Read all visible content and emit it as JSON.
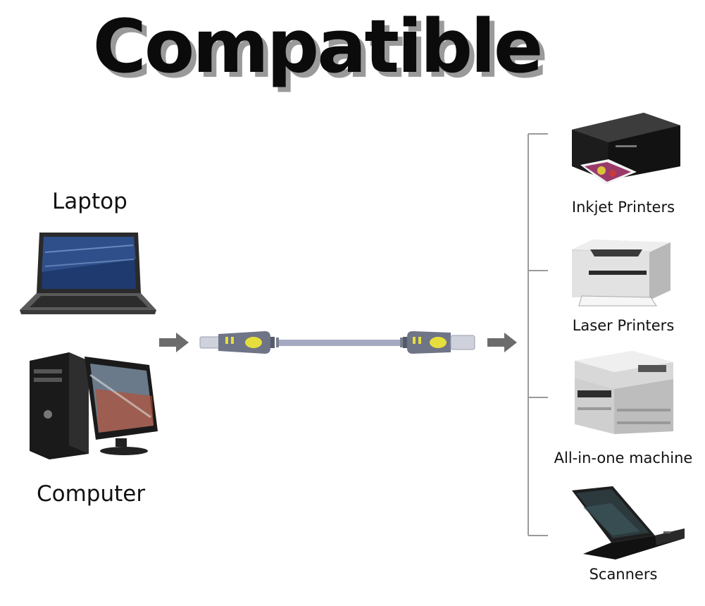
{
  "title": "Compatible",
  "sources": {
    "laptop_label": "Laptop",
    "computer_label": "Computer"
  },
  "devices": [
    {
      "label": "Inkjet Printers",
      "icon": "inkjet-printer-icon"
    },
    {
      "label": "Laser Printers",
      "icon": "laser-printer-icon"
    },
    {
      "label": "All-in-one machine",
      "icon": "all-in-one-machine-icon"
    },
    {
      "label": "Scanners",
      "icon": "scanner-icon"
    }
  ],
  "colors": {
    "cable": "#a6a9c2",
    "connector": "#6b7080",
    "connector_accent": "#e6de3c",
    "arrow": "#6c6c6c",
    "bracket": "#9a9a9a"
  }
}
